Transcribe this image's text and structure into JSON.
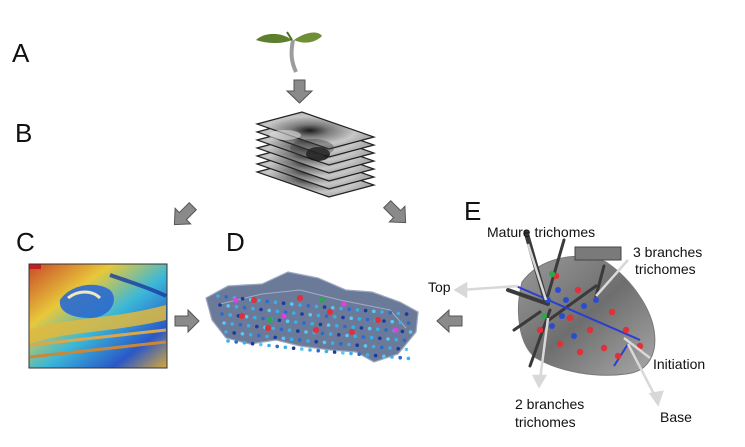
{
  "panels": {
    "a": "A",
    "b": "B",
    "c": "C",
    "d": "D",
    "e": "E"
  },
  "labels": {
    "mature": "Mature trichomes",
    "three_line1": "3 branches",
    "three_line2": "trichomes",
    "top": "Top",
    "initiation": "Initiation",
    "base": "Base",
    "two_line1": "2 branches",
    "two_line2": "trichomes"
  },
  "colors": {
    "arrow": "#8a8a8a",
    "marker_red": "#e0303a",
    "marker_blue": "#2a4ccf",
    "marker_green": "#2aa84a",
    "line_blue": "#2a3fd0"
  }
}
